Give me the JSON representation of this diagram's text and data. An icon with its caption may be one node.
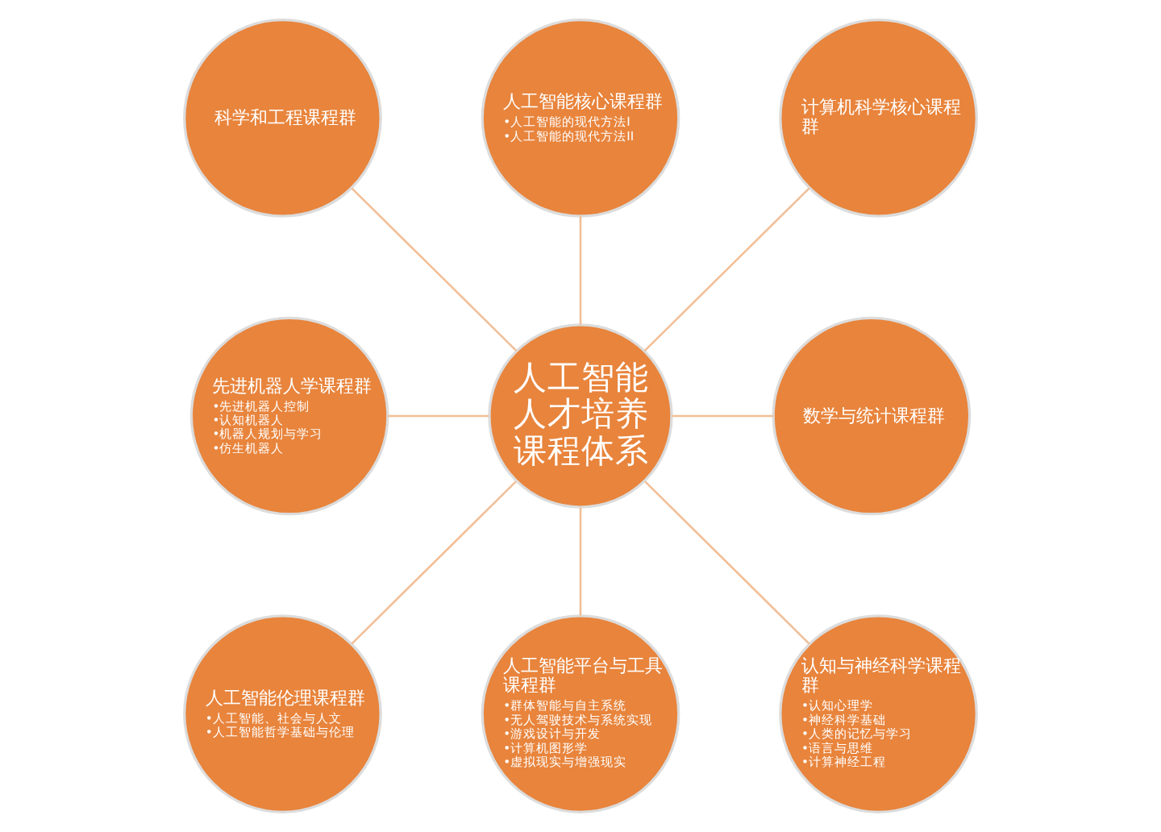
{
  "diagram": {
    "nodes": [
      {
        "text": [
          "科学和工程课程群"
        ]
      },
      {
        "text": [
          "人工智能核心课程群",
          "•人工智能的现代方法I",
          "•人工智能的现代方法II"
        ]
      },
      {
        "text": [
          "计算机科学核心课程群"
        ]
      },
      {
        "text": [
          "先进机器人学课程群",
          "•先进机器人控制",
          "•认知机器人",
          "•机器人规划与学习",
          "•仿生机器人"
        ]
      },
      {
        "text": [
          "人工智能人才培养课程体系"
        ]
      },
      {
        "text": [
          "数学与统计课程群"
        ]
      },
      {
        "text": [
          "人工智能伦理课程群",
          "•人工智能、社会与人文",
          "•人工智能哲学基础与伦理"
        ]
      },
      {
        "text": [
          "人工智能平台与工具课程群",
          "•群体智能与自主系统",
          "•无人驾驶技术与系统实现",
          "•游戏设计与开发",
          "•计算机图形学",
          "•虚拟现实与增强现实"
        ]
      },
      {
        "text": [
          "认知与神经科学课程群",
          "•认知心理学",
          "•神经科学基础",
          "•人类的记忆与学习",
          "•语言与思维",
          "•计算神经工程"
        ]
      }
    ],
    "edges": [
      {
        "from": 0,
        "to": 4,
        "arrow": "none"
      },
      {
        "from": 1,
        "to": 4,
        "arrow": "none"
      },
      {
        "from": 2,
        "to": 4,
        "arrow": "none"
      },
      {
        "from": 3,
        "to": 4,
        "arrow": "none"
      },
      {
        "from": 4,
        "to": 5,
        "arrow": "none"
      },
      {
        "from": 4,
        "to": 6,
        "arrow": "none"
      },
      {
        "from": 4,
        "to": 7,
        "arrow": "none"
      },
      {
        "from": 4,
        "to": 8,
        "arrow": "none"
      }
    ]
  }
}
